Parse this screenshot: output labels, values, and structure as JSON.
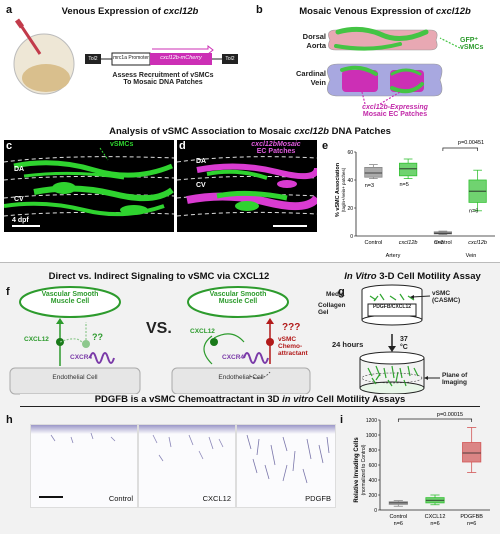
{
  "panels": {
    "a": {
      "label": "a",
      "title_prefix": "Venous Expression of ",
      "title_gene": "cxcl12b",
      "construct": [
        "Tol2",
        "mrc1a Promoter",
        "cxcl12b-mCherry",
        "Tol2"
      ],
      "caption_line1": "Assess Recruitment of vSMCs",
      "caption_line2": "To Mosaic DNA Patches"
    },
    "b": {
      "label": "b",
      "title_prefix": "Mosaic Venous Expression of ",
      "title_gene": "cxcl12b",
      "dorsal_aorta_line1": "Dorsal",
      "dorsal_aorta_line2": "Aorta",
      "cardinal_vein_line1": "Cardinal",
      "cardinal_vein_line2": "Vein",
      "gfp_label_line1": "GFP⁺",
      "gfp_label_line2": "vSMCs",
      "patch_label_line1": "cxcl12b-Expressing",
      "patch_label_line2": "Mosaic EC Patches"
    },
    "cde_title_prefix": "Analysis of vSMC Association to Mosaic ",
    "cde_title_gene": "cxcl12b",
    "cde_title_suffix": " DNA Patches",
    "c": {
      "label": "c",
      "vsmc_label": "vSMCs",
      "da": "DA",
      "cv": "CV",
      "stage": "4 dpf"
    },
    "d": {
      "label": "d",
      "mosaic_line1": "cxcl12bMosaic",
      "mosaic_line2": "EC Patches",
      "da": "DA",
      "cv": "CV"
    },
    "e": {
      "label": "e",
      "ylabel": "% vSMC Association",
      "ylabel2": "(tagln+/vein+ patches)",
      "pvalue": "p=0.00451",
      "groups": [
        "Control",
        "cxcl12b",
        "Control",
        "cxcl12b"
      ],
      "groups_italic": [
        false,
        true,
        false,
        true
      ],
      "group_labels": [
        "Artery",
        "Vein"
      ],
      "n_labels": [
        "n=3",
        "n=5",
        "n=3",
        "n=6"
      ],
      "yticks": [
        "0",
        "20",
        "40",
        "60"
      ]
    },
    "f": {
      "label": "f",
      "title": "Direct vs. Indirect Signaling to vSMC via CXCL12",
      "vsmc_line1": "Vascular Smooth",
      "vsmc_line2": "Muscle Cell",
      "cxcl12": "CXCL12",
      "cxcr4": "CXCR4",
      "unknown": "??",
      "endothelial": "Endothelial Cell",
      "vs": "VS.",
      "question": "???",
      "chemo_line1": "vSMC",
      "chemo_line2": "Chemo-",
      "chemo_line3": "attractant"
    },
    "g": {
      "label": "g",
      "title_prefix": "In Vitro",
      "title_suffix": " 3-D Cell Motility Assay",
      "media": "Media",
      "collagen_line1": "Collagen",
      "collagen_line2": "Gel",
      "vsmc_line1": "vSMC",
      "vsmc_line2": "(CASMC)",
      "well": "PDGFB/CXCL12",
      "time": "24 hours",
      "temp_line1": "37",
      "temp_line2": "°C",
      "plane_line1": "Plane of",
      "plane_line2": "Imaging"
    },
    "hi_title_prefix": "PDGFB is a vSMC Chemoattractant in 3D ",
    "hi_title_ital": "in vitro",
    "hi_title_suffix": " Cell Motility Assays",
    "h": {
      "label": "h",
      "conditions": [
        "Control",
        "CXCL12",
        "PDGFB"
      ]
    },
    "i": {
      "label": "i",
      "ylabel": "Relative Invading Cells",
      "ylabel2": "(normalized to Control)",
      "pvalue": "p=0.00015",
      "groups": [
        "Control",
        "CXCL12",
        "PDGFBB"
      ],
      "n_labels": [
        "n=6",
        "n=6",
        "n=6"
      ],
      "yticks": [
        "0",
        "200",
        "400",
        "600",
        "800",
        "1000",
        "1200"
      ]
    }
  },
  "chart_data": [
    {
      "type": "box",
      "panel": "e",
      "categories": [
        "Control",
        "cxcl12b",
        "Control",
        "cxcl12b"
      ],
      "boxes": [
        {
          "min": 41,
          "q1": 42,
          "median": 45,
          "q3": 49,
          "max": 51,
          "color": "#888888"
        },
        {
          "min": 41,
          "q1": 43,
          "median": 48,
          "q3": 52,
          "max": 55,
          "color": "#33c133"
        },
        {
          "min": 1,
          "q1": 1.5,
          "median": 2,
          "q3": 3,
          "max": 3.5,
          "color": "#888888"
        },
        {
          "min": 18,
          "q1": 24,
          "median": 32,
          "q3": 40,
          "max": 47,
          "color": "#33c133"
        }
      ],
      "ylim": [
        0,
        60
      ]
    },
    {
      "type": "box",
      "panel": "i",
      "categories": [
        "Control",
        "CXCL12",
        "PDGFBB"
      ],
      "boxes": [
        {
          "min": 50,
          "q1": 75,
          "median": 95,
          "q3": 110,
          "max": 125,
          "color": "#888888"
        },
        {
          "min": 70,
          "q1": 95,
          "median": 130,
          "q3": 165,
          "max": 200,
          "color": "#33c133"
        },
        {
          "min": 500,
          "q1": 640,
          "median": 760,
          "q3": 900,
          "max": 1100,
          "color": "#d25757"
        }
      ],
      "ylim": [
        0,
        1200
      ]
    }
  ]
}
